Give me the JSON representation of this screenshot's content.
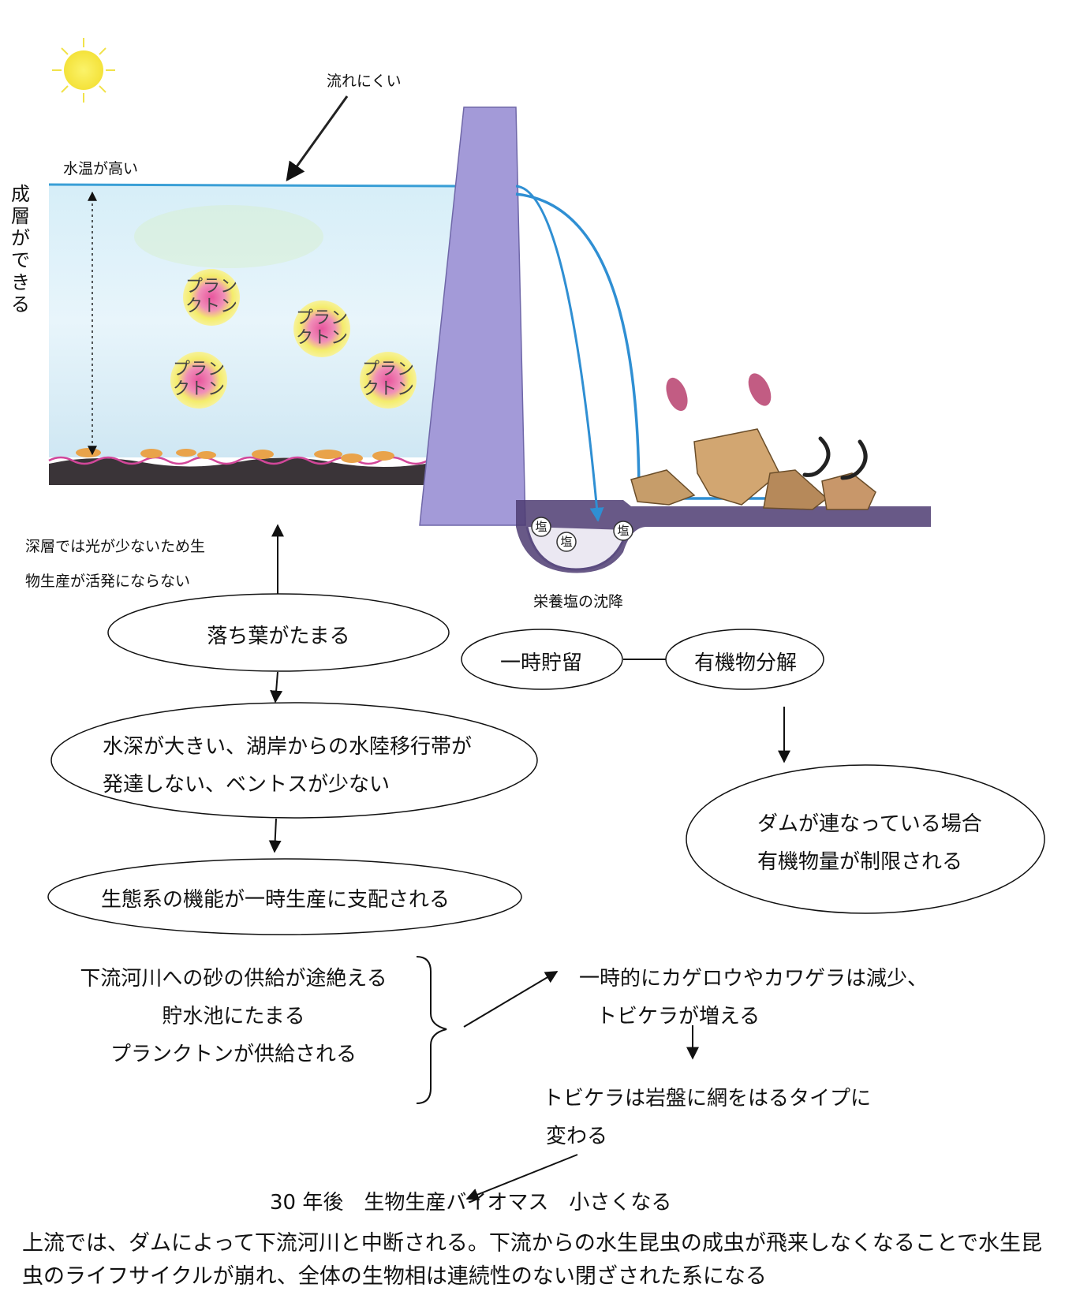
{
  "labels": {
    "flow_slow": "流れにくい",
    "temp_high": "水温が高い",
    "stratification": [
      "成",
      "層",
      "が",
      "で",
      "き",
      "る"
    ],
    "deep_layer_1": "深層では光が少ないため生",
    "deep_layer_2": "物生産が活発にならない",
    "nutrient_settle": "栄養塩の沈降",
    "plankton": [
      "プラン",
      "クトン"
    ],
    "salt": "塩"
  },
  "nodes": {
    "leaves": "落ち葉がたまる",
    "water_depth_1": "水深が大きい、湖岸からの水陸移行帯が",
    "water_depth_2": "発達しない、ベントスが少ない",
    "ecosystem": "生態系の機能が一時生産に支配される",
    "temp_storage": "一時貯留",
    "organic_decomp": "有機物分解",
    "dams_1": "ダムが連なっている場合",
    "dams_2": "有機物量が制限される"
  },
  "bottom": {
    "list": [
      "下流河川への砂の供給が途絶える",
      "貯水池にたまる",
      "プランクトンが供給される"
    ],
    "insects_1": "一時的にカゲロウやカワゲラは減少、",
    "insects_2": "トビケラが増える",
    "caddis_1": "トビケラは岩盤に網をはるタイプに",
    "caddis_2": "変わる",
    "result": "30 年後　生物生産バイオマス　小さくなる",
    "paragraph": "上流では、ダムによって下流河川と中断される。下流からの水生昆虫の成虫が飛来しなくなることで水生昆虫のライフサイクルが崩れ、全体の生物相は連続性のない閉ざされた系になる"
  },
  "colors": {
    "water_top": "#d9eff7",
    "water_line": "#3a9fd6",
    "dam": "#a39ad8",
    "sediment": "#3a3438",
    "sun": "#f4e84a",
    "plankton_ring": "#f3ef72",
    "plankton_core": "#ea6aa8"
  }
}
